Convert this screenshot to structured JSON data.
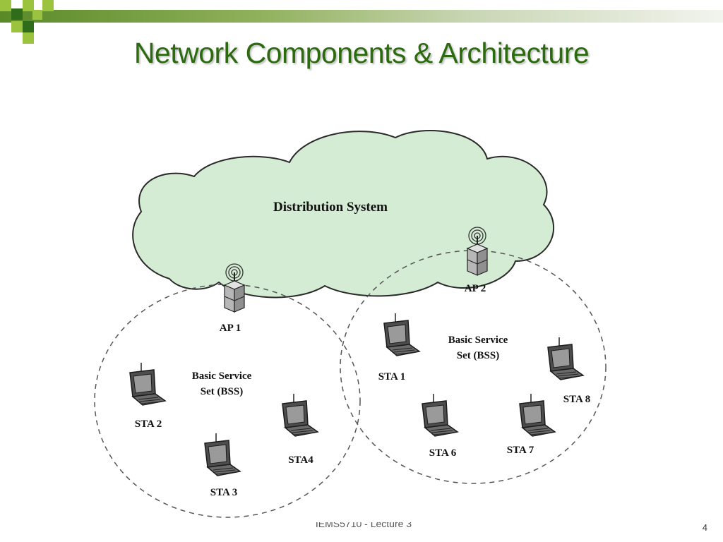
{
  "slide": {
    "title": "Network Components & Architecture",
    "footer": "IEMS5710 - Lecture 3",
    "page_number": "4"
  },
  "diagram": {
    "cloud_label": "Distribution System",
    "access_points": [
      {
        "label": "AP 1"
      },
      {
        "label": "AP 2"
      }
    ],
    "bss_labels": [
      [
        "Basic Service",
        "Set (BSS)"
      ],
      [
        "Basic Service",
        "Set (BSS)"
      ]
    ],
    "stations": [
      {
        "label": "STA 1"
      },
      {
        "label": "STA 2"
      },
      {
        "label": "STA 3"
      },
      {
        "label": "STA4"
      },
      {
        "label": "STA 6"
      },
      {
        "label": "STA 7"
      },
      {
        "label": "STA 8"
      }
    ]
  },
  "colors": {
    "title": "#2b6a0e",
    "cloud_fill": "#d4ecd4",
    "accent_dark": "#2f6d1a",
    "accent_light": "#9cc33e"
  }
}
